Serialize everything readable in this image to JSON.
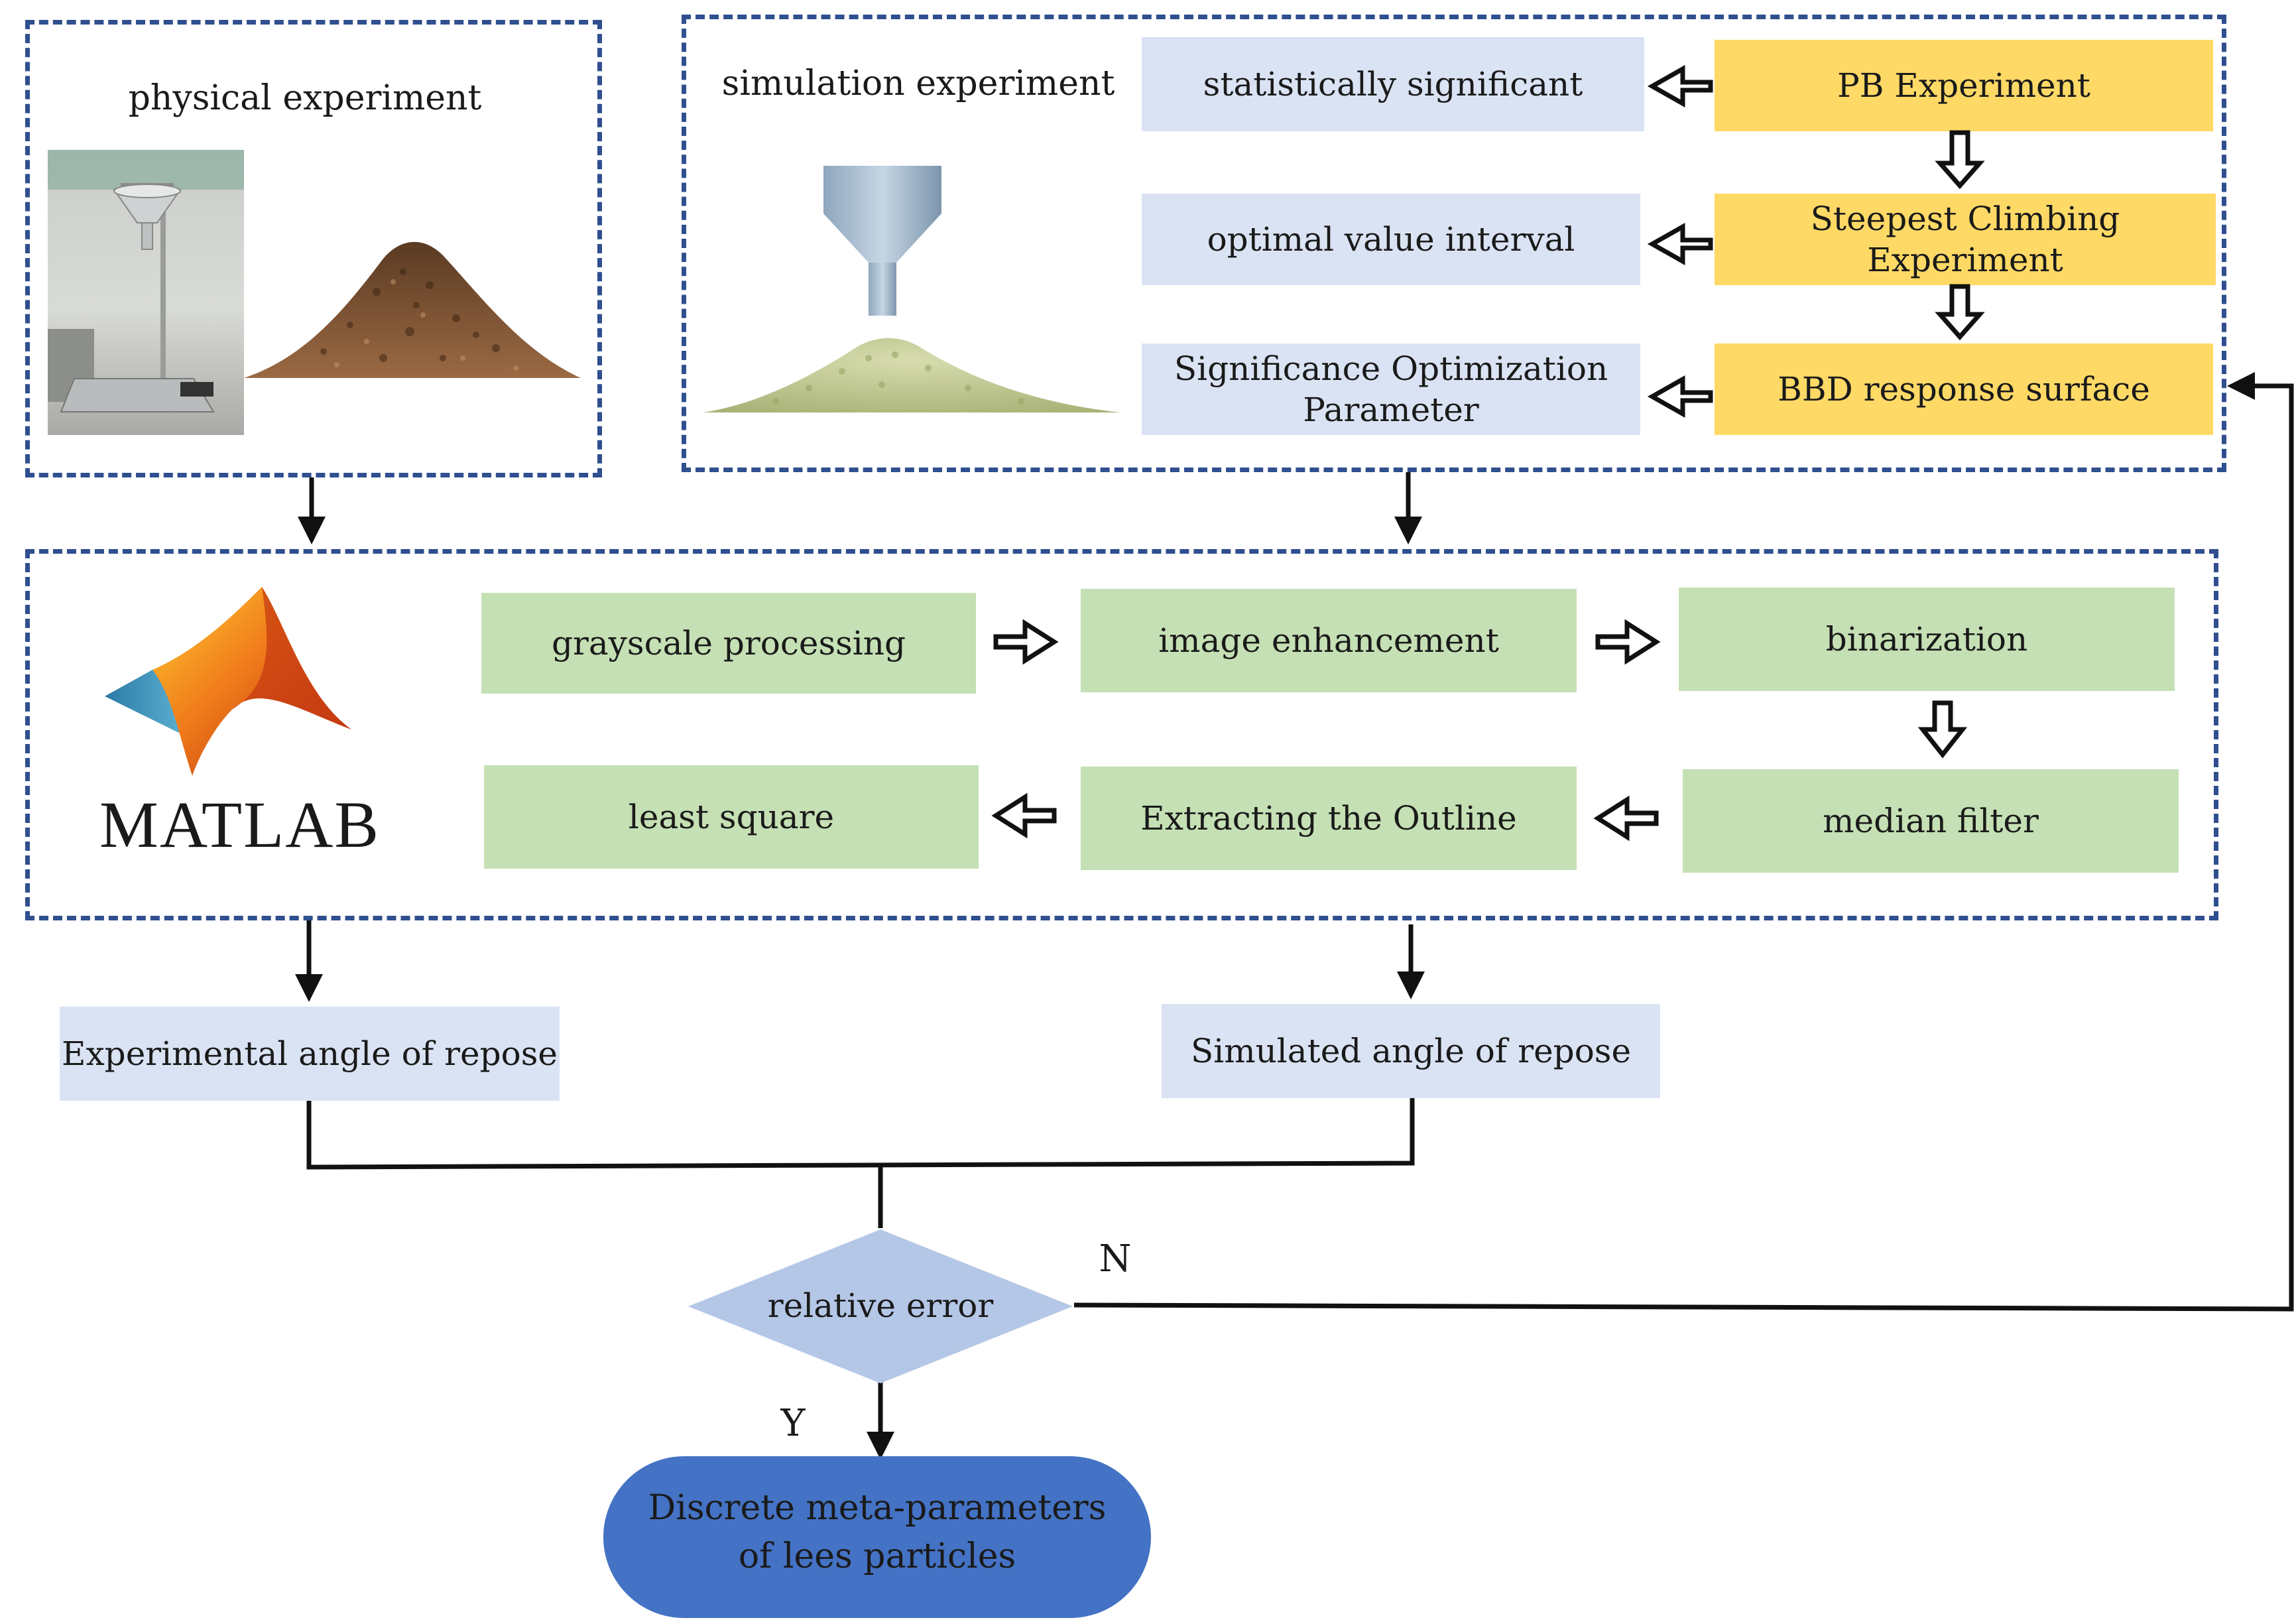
{
  "physical": {
    "title": "physical experiment"
  },
  "simulation": {
    "title": "simulation experiment",
    "steps": [
      {
        "label": "PB Experiment"
      },
      {
        "label": "Steepest Climbing Experiment"
      },
      {
        "label": "BBD response surface"
      }
    ],
    "results": [
      {
        "label": "statistically significant"
      },
      {
        "label": "optimal value interval"
      },
      {
        "label": "Significance Optimization Parameter"
      }
    ]
  },
  "matlab": {
    "logo_text": "MATLAB",
    "steps": [
      {
        "label": "grayscale processing"
      },
      {
        "label": "image enhancement"
      },
      {
        "label": "binarization"
      },
      {
        "label": "median filter"
      },
      {
        "label": "Extracting the Outline"
      },
      {
        "label": "least square"
      }
    ]
  },
  "outputs": {
    "experimental": "Experimental angle of repose",
    "simulated": "Simulated angle of repose"
  },
  "decision": {
    "label": "relative error",
    "no": "N",
    "yes": "Y"
  },
  "final": {
    "line1": "Discrete meta-parameters",
    "line2": "of lees particles"
  },
  "colors": {
    "dash_border": "#2f4f8f",
    "light_blue": "#dae3f3",
    "yellow": "#ffd966",
    "green": "#c5e0b4",
    "diamond": "#b4c7e7",
    "terminal": "#4472c4"
  }
}
